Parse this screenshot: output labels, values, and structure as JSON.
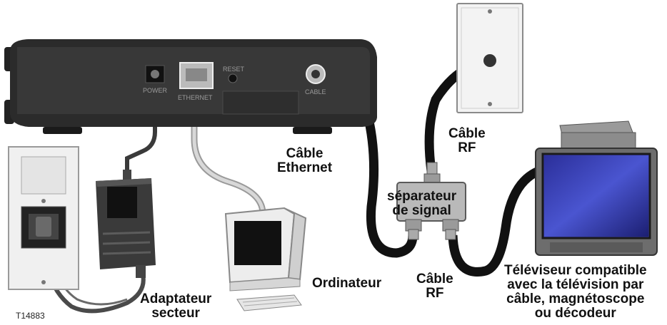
{
  "labels": {
    "ethernet_cable": [
      "Câble",
      "Ethernet"
    ],
    "rf_cable_top": [
      "Câble",
      "RF"
    ],
    "splitter": [
      "séparateur",
      "de signal"
    ],
    "rf_cable_bottom": [
      "Câble",
      "RF"
    ],
    "computer": "Ordinateur",
    "power_adapter": [
      "Adaptateur",
      "secteur"
    ],
    "tv": [
      "Téléviseur compatible",
      "avec la télévision par",
      "câble, magnétoscope",
      "ou décodeur"
    ]
  },
  "port_labels": {
    "power": "POWER",
    "ethernet": "ETHERNET",
    "reset": "RESET",
    "cable": "CABLE"
  },
  "figure_code": "T14883"
}
